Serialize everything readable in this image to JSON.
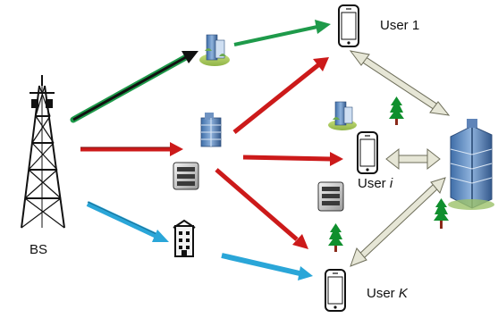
{
  "labels": {
    "bs": "BS",
    "user_1": "User 1",
    "user_i_prefix": "User ",
    "user_i_var": "i",
    "user_k_prefix": "User ",
    "user_k_var": "K"
  },
  "colors": {
    "green_link": "#1e9a4a",
    "dark_link": "#111111",
    "red_link": "#cc1a1a",
    "blue_link": "#2aa6d8",
    "reflect_link": "#e6e6d6",
    "tree_green": "#0f8f2d",
    "tree_trunk": "#8a2a1a",
    "tower": "#111111"
  },
  "icons": {
    "tower": "transmission-tower-icon",
    "phone": "smartphone-icon",
    "building_small": "building-icon",
    "building_large": "office-tower-icon",
    "server": "server-cabinet-icon",
    "apartment": "apartment-block-icon",
    "tree": "tree-icon"
  }
}
